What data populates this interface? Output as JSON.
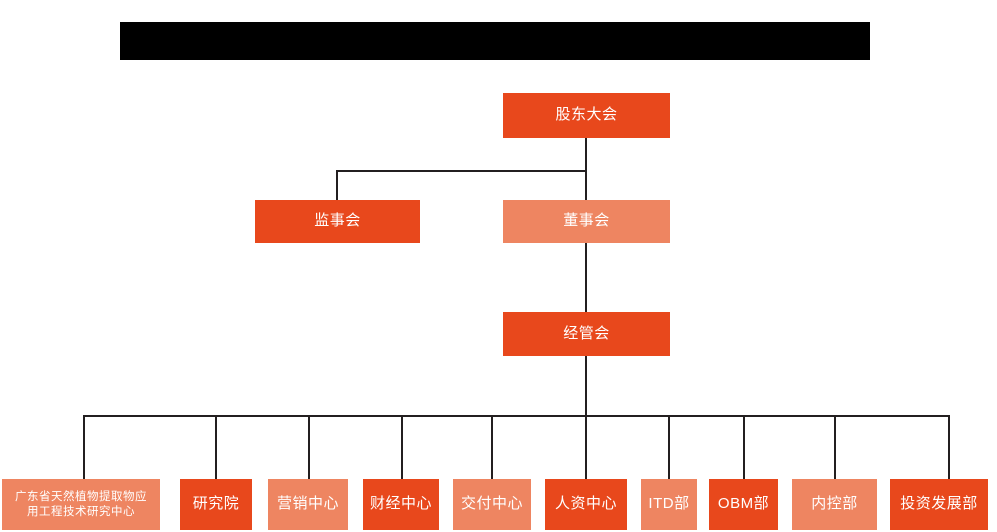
{
  "banner": {
    "text": "",
    "color": "#000000"
  },
  "colors": {
    "dark_orange": "#E8481C",
    "light_orange": "#EE8561",
    "connector": "#231f20",
    "background": "#FFFFFF",
    "text": "#FFFFFF"
  },
  "nodes": {
    "shareholders_meeting": {
      "label": "股东大会",
      "tone": "dark"
    },
    "board_of_supervisors": {
      "label": "监事会",
      "tone": "dark"
    },
    "board_of_directors": {
      "label": "董事会",
      "tone": "light"
    },
    "management_committee": {
      "label": "经管会",
      "tone": "dark"
    }
  },
  "departments": [
    {
      "label": "广东省天然植物提取物应用工程技术研究中心",
      "label_line1": "广东省天然植物提取物应",
      "label_line2": "用工程技术研究中心",
      "tone": "light"
    },
    {
      "label": "研究院",
      "tone": "dark"
    },
    {
      "label": "营销中心",
      "tone": "light"
    },
    {
      "label": "财经中心",
      "tone": "dark"
    },
    {
      "label": "交付中心",
      "tone": "light"
    },
    {
      "label": "人资中心",
      "tone": "dark"
    },
    {
      "label": "ITD部",
      "tone": "light"
    },
    {
      "label": "OBM部",
      "tone": "dark"
    },
    {
      "label": "内控部",
      "tone": "light"
    },
    {
      "label": "投资发展部",
      "tone": "dark"
    }
  ]
}
